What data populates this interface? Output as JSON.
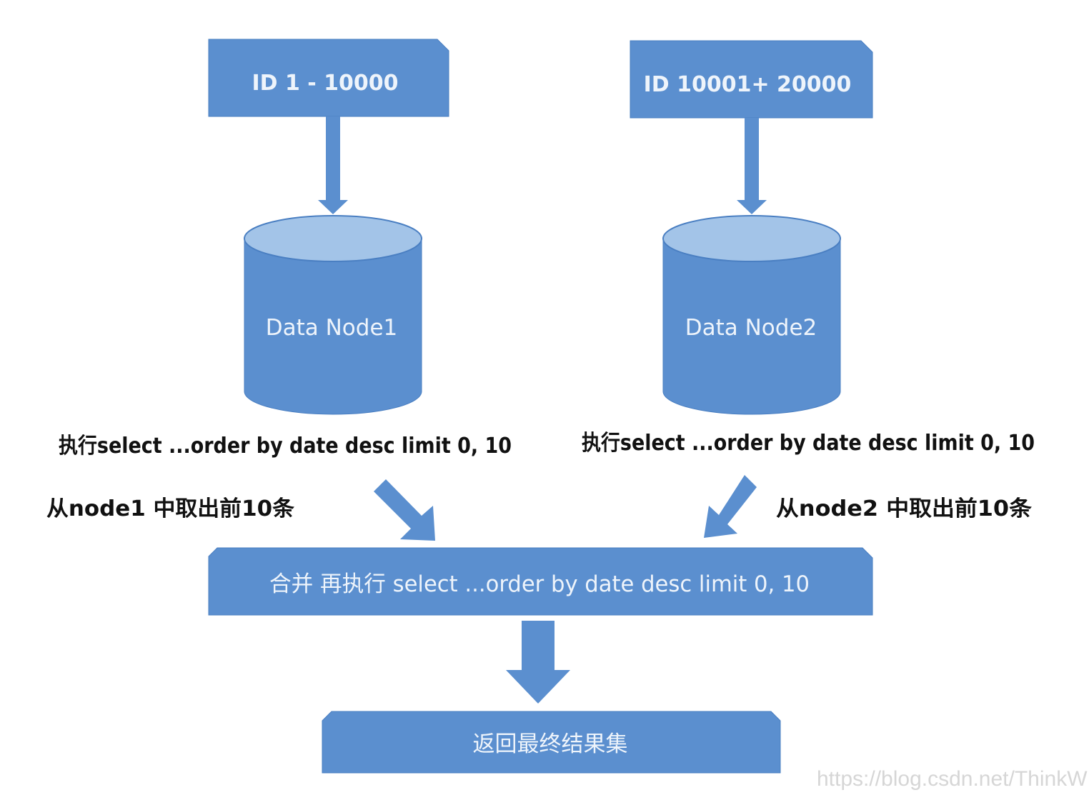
{
  "colors": {
    "box_fill": "#5b8fcf",
    "box_edge": "#3f73b8",
    "cylinder_top": "#a3c4e8",
    "text_on_box": "#eef4fb"
  },
  "nodes": {
    "range1": "ID  1 - 10000",
    "range2": "ID  10001+ 20000",
    "db1": "Data Node1",
    "db2": "Data Node2"
  },
  "labels": {
    "exec_left": "执行select ...order by date desc limit 0, 10",
    "exec_right": "执行select ...order by date desc limit 0, 10",
    "take_left": "从node1 中取出前10条",
    "take_right": "从node2 中取出前10条"
  },
  "merge": {
    "text": "合并 再执行 select ...order by date desc limit 0, 10"
  },
  "result": {
    "text": "返回最终结果集"
  },
  "watermark": "https://blog.csdn.net/ThinkW"
}
